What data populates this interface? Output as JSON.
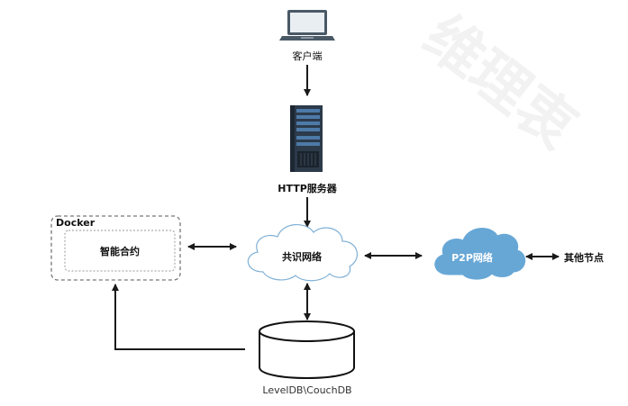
{
  "nodes": {
    "client": {
      "label": "客户端"
    },
    "http_server": {
      "label": "HTTP服务器"
    },
    "docker": {
      "label": "Docker"
    },
    "smart_contract": {
      "label": "智能合约"
    },
    "consensus": {
      "label": "共识网络"
    },
    "p2p": {
      "label": "P2P网络"
    },
    "other_nodes": {
      "label": "其他节点"
    },
    "db": {
      "label": "LevelDB\\CouchDB"
    }
  },
  "watermark": "维理衷",
  "colors": {
    "arrow": "#1a1a1a",
    "cloud_stroke": "#7fb0d6",
    "cloud_fill": "#ffffff",
    "p2p_fill": "#67a7d6",
    "server_body": "#2c3a4a",
    "laptop": "#4a5966"
  }
}
